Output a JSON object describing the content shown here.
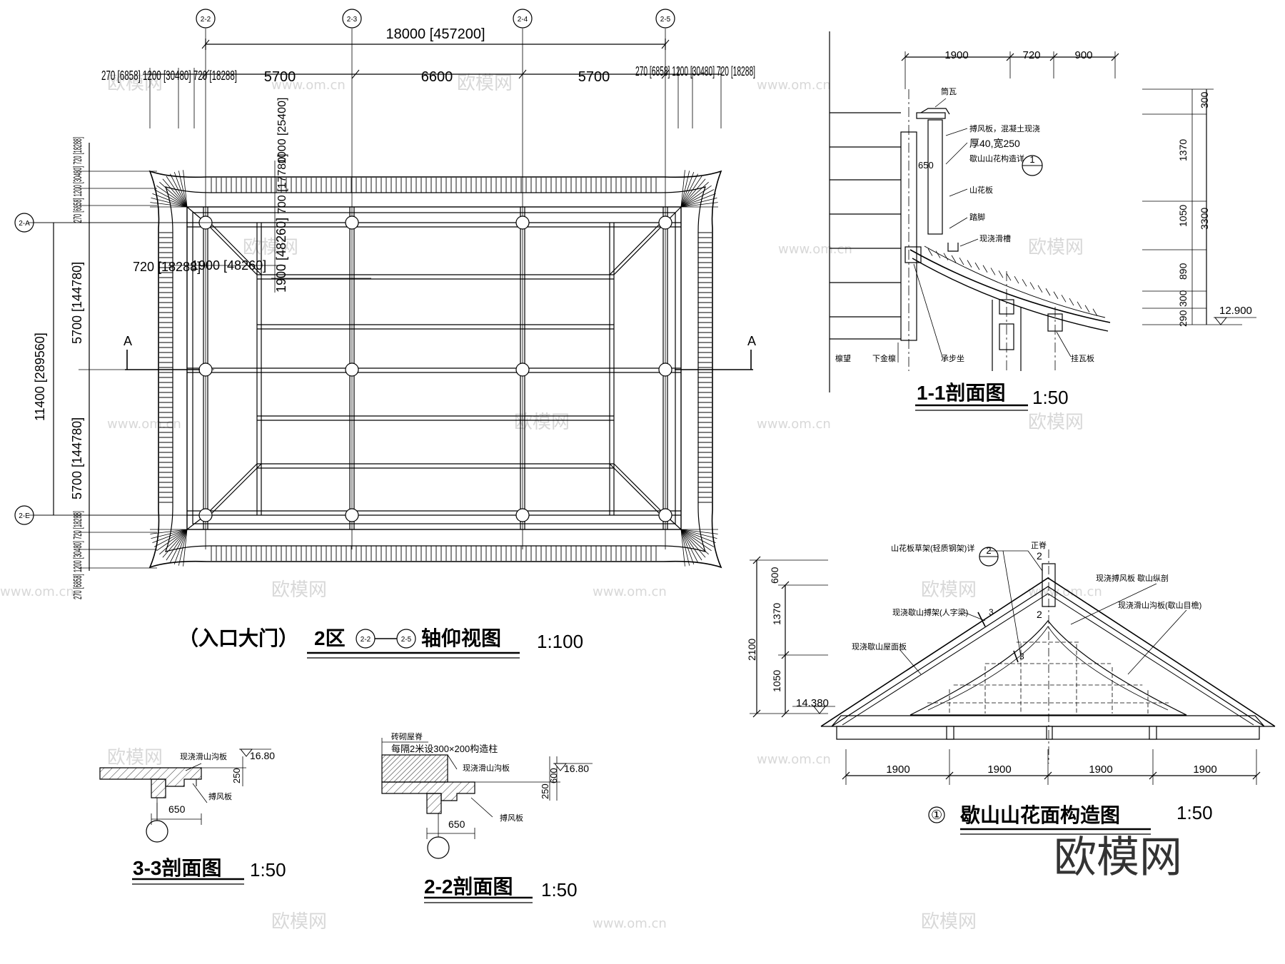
{
  "plan": {
    "title_prefix": "（入口大门）",
    "title_zone": "2区",
    "axis_from": "2-2",
    "axis_to": "2-5",
    "title_suffix": "轴仰视图",
    "scale": "1:100",
    "overall_width": "18000 [457200]",
    "bay_left": "5700",
    "bay_mid": "6600",
    "bay_right": "5700",
    "left_overhang": "270 [6858]",
    "left_overhang2": "1200 [30480]",
    "right_overhang": "720 [18288]",
    "right_overhang2": "1200 [30480]",
    "overall_depth": "11400 [289560]",
    "depth_top": "5700 [144780]",
    "depth_bottom": "5700 [144780]",
    "top_dims": "270 [6858] 1200 [30480] 720 [18288]",
    "bottom_dims": "270 [6858] 1200 [30480] 720 [18288]",
    "inner_dim_h": "720 [18288]",
    "inner_dim_h2": "1900 [48260]",
    "inner_dim_v": "1900 [48260]",
    "inner_dim_v2": "700 [17780]",
    "inner_dim_v3": "1000 [25400]",
    "axis_top": [
      "2-2",
      "2-3",
      "2-4",
      "2-5"
    ],
    "axis_left": [
      "2-A",
      "2-E"
    ],
    "section_mark": "A"
  },
  "section11": {
    "title": "1-1剖面图",
    "scale": "1:50",
    "dims_top": [
      "1900",
      "720",
      "900"
    ],
    "dims_right": [
      "300",
      "1370",
      "1050",
      "890",
      "290",
      "300",
      "3300"
    ],
    "elevation": "12.900",
    "callout": "1",
    "labels": [
      "筒瓦",
      "搏风板，混凝土现浇",
      "厚40,宽250",
      "歇山山花构造详",
      "山花板",
      "踏脚",
      "现浇滑槽",
      "檩望",
      "下金檩",
      "承步坐",
      "挂瓦板",
      "650"
    ]
  },
  "gable": {
    "title": "歇山山花面构造图",
    "number": "①",
    "scale": "1:50",
    "dims_left": [
      "600",
      "1370",
      "1050",
      "2100"
    ],
    "dims_bottom": [
      "1900",
      "1900",
      "1900",
      "1900"
    ],
    "elevation": "14.380",
    "callout": "2",
    "marks": [
      "2",
      "2",
      "3",
      "3"
    ],
    "labels": [
      "山花板草架(轻质钢架)详",
      "正脊",
      "现浇搏风板  歇山纵剖",
      "现浇歇山搏架(人字梁)",
      "现浇滑山沟板(歇山目檐)",
      "现浇歇山屋面板"
    ]
  },
  "section33": {
    "title": "3-3剖面图",
    "scale": "1:50",
    "dims": [
      "16.80",
      "250",
      "650"
    ],
    "labels": [
      "现浇滑山沟板",
      "搏风板"
    ]
  },
  "section22": {
    "title": "2-2剖面图",
    "scale": "1:50",
    "dims": [
      "16.80",
      "600",
      "250",
      "650"
    ],
    "labels": [
      "砖砌屋脊",
      "每隔2米设300×200构造柱",
      "现浇滑山沟板",
      "搏风板"
    ]
  },
  "watermarks": {
    "logo": "欧模网",
    "url": "www.om.cn"
  }
}
